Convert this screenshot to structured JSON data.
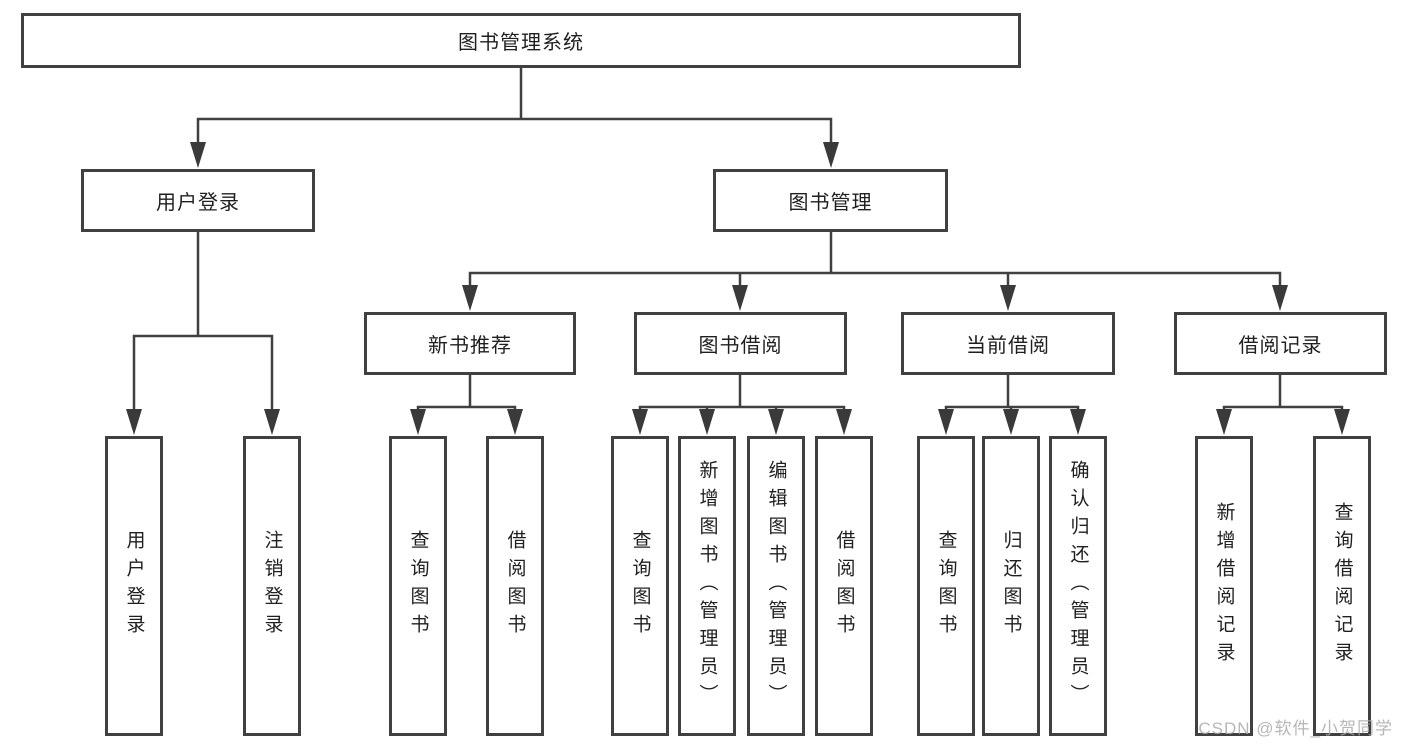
{
  "colors": {
    "line": "#404040",
    "box_border": "#404040",
    "text": "#1f1f1f",
    "watermark": "#aaaaaa",
    "background": "#ffffff"
  },
  "nodes": {
    "root": {
      "label": "图书管理系统"
    },
    "user_login": {
      "label": "用户登录",
      "children": [
        "用户登录",
        "注销登录"
      ]
    },
    "book_mgmt": {
      "label": "图书管理"
    },
    "new_book_rec": {
      "label": "新书推荐",
      "children": [
        "查询图书",
        "借阅图书"
      ]
    },
    "book_borrow": {
      "label": "图书借阅",
      "children": [
        "查询图书",
        "新增图书（管理员）",
        "编辑图书（管理员）",
        "借阅图书"
      ]
    },
    "current_borrow": {
      "label": "当前借阅",
      "children": [
        "查询图书",
        "归还图书",
        "确认归还（管理员）"
      ]
    },
    "borrow_records": {
      "label": "借阅记录",
      "children": [
        "新增借阅记录",
        "查询借阅记录"
      ]
    }
  },
  "watermark": {
    "text": "CSDN @软件_小贺同学"
  }
}
